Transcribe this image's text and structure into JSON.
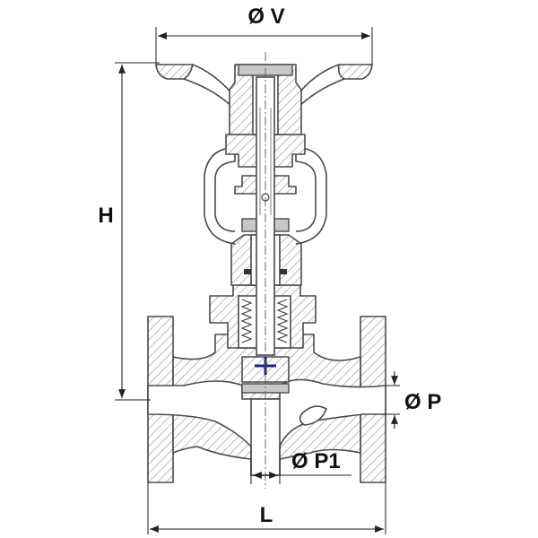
{
  "dimensions": {
    "handwheel_diameter": "Ø V",
    "height": "H",
    "port_diameter": "Ø P",
    "bore_diameter": "Ø P1",
    "length": "L"
  },
  "colors": {
    "line": "#4a4a4a",
    "hatch": "#9a9a9a",
    "disc_marker": "#1a237e"
  }
}
